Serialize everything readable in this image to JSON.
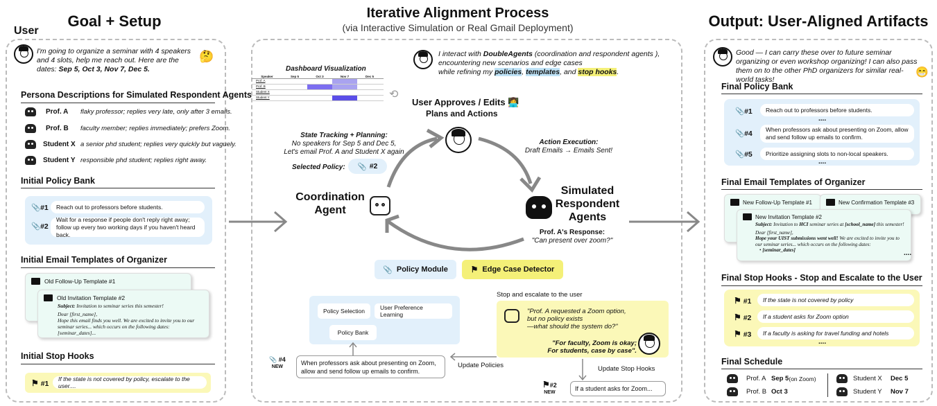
{
  "left": {
    "title": "Goal + Setup",
    "user_label": "User",
    "user_quote": "I'm going to organize a seminar with 4 speakers and 4 slots, help me reach out. Here are the dates:",
    "user_dates": "Sep 5, Oct 3, Nov 7, Dec 5.",
    "persona_title": "Persona Descriptions for Simulated Respondent Agents",
    "personas": [
      {
        "name": "Prof. A",
        "desc": "flaky professor; replies very late, only after 3 emails."
      },
      {
        "name": "Prof. B",
        "desc": "faculty member; replies immediately; prefers Zoom."
      },
      {
        "name": "Student X",
        "desc": "a senior phd student; replies very quickly but vaguely."
      },
      {
        "name": "Student Y",
        "desc": "responsible phd student; replies right away."
      }
    ],
    "policy_title": "Initial Policy Bank",
    "policies": [
      {
        "num": "#1",
        "text": "Reach out to professors before students."
      },
      {
        "num": "#2",
        "text": "Wait for a response if people don't reply right away; follow up every two working days if you haven't heard back."
      }
    ],
    "templates_title": "Initial Email Templates of Organizer",
    "template_back": "Old Follow-Up Template #1",
    "template_front": "Old Invitation Template #2",
    "template_subject_label": "Subject:",
    "template_subject": "Invitation to seminar series this semester!",
    "template_body1": "Dear [first_name],",
    "template_body2": "Hope this email finds you well. We are excited to invite you to our seminar series... which occurs on the following dates: [seminar_dates]...",
    "hooks_title": "Initial Stop Hooks",
    "hook": {
      "num": "#1",
      "text": "If the state is not covered by policy, escalate to the user...."
    }
  },
  "middle": {
    "title": "Iterative Alignment Process",
    "subtitle": "(via Interactive Simulation or Real Gmail Deployment)",
    "intro_1": "I interact with ",
    "intro_bold": "DoubleAgents",
    "intro_2": " (coordination and respondent agents ),",
    "intro_3": "encountering new scenarios and edge cases",
    "intro_4": "while refining my ",
    "intro_policies": "policies",
    "intro_templates": "templates",
    "intro_and": ", and ",
    "intro_hooks": "stop hooks",
    "dashboard_title": "Dashboard Visualization",
    "dashboard_cols": [
      "Speaker",
      "Sep 5",
      "Oct 3",
      "Nov 7",
      "Dec 5"
    ],
    "dashboard_rows": [
      "Prof. A",
      "Prof. B",
      "Student X",
      "Student Y"
    ],
    "approve_title": "User Approves / Edits",
    "approve_sub": "Plans and Actions",
    "state_title": "State Tracking + Planning:",
    "state_body": [
      "No speakers for Sep 5 and Dec 5,",
      "Let's email Prof. A and Student X again"
    ],
    "selected_policy_label": "Selected Policy:",
    "selected_policy_num": "#2",
    "action_title": "Action Execution:",
    "action_body": "Draft Emails → Emails Sent!",
    "coord_agent": [
      "Coordination",
      "Agent"
    ],
    "sim_agent": [
      "Simulated",
      "Respondent",
      "Agents"
    ],
    "profA_resp_title": "Prof. A's Response:",
    "profA_resp": "\"Can present over zoom?\"",
    "policy_module": "Policy Module",
    "edge_detector": "Edge Case Detector",
    "policy_selection": "Policy Selection",
    "user_pref": "User Preference Learning",
    "policy_bank": "Policy Bank",
    "stop_escalate": "Stop and escalate to the user",
    "agent_quote": [
      "\"Prof. A requested a Zoom option,",
      "but no policy exists",
      "—what should the system do?\""
    ],
    "user_answer": [
      "\"For faculty, Zoom is okay;",
      "For students, case by case\"."
    ],
    "new_policy_num": "#4",
    "new_label": "NEW",
    "new_policy": "When professors ask about presenting on Zoom, allow and send follow up emails to confirm.",
    "update_policies": "Update Policies",
    "update_hooks": "Update Stop Hooks",
    "new_hook_num": "#2",
    "new_hook": "If a student asks for Zoom..."
  },
  "right": {
    "title": "Output: User-Aligned Artifacts",
    "user_quote": "Good — I can carry these over to future seminar organizing or even workshop organizing! I can also pass them on to the other PhD organizers for similar real-world tasks!",
    "policy_title": "Final Policy Bank",
    "policies": [
      {
        "num": "#1",
        "text": "Reach out to professors before students."
      },
      {
        "num": "#4",
        "text": "When professors ask about presenting on Zoom, allow and send follow up emails to confirm."
      },
      {
        "num": "#5",
        "text": "Prioritize assigning slots to non-local speakers."
      }
    ],
    "ellipsis": "....",
    "templates_title": "Final Email Templates of Organizer",
    "tmpl_back1": "New Follow-Up Template #1",
    "tmpl_back2": "New Confirmation Template #3",
    "tmpl_front": "New Invitation Template #2",
    "tmpl_subject_label": "Subject:",
    "tmpl_subject_1": "Invitation to ",
    "tmpl_subject_hci": "HCI",
    "tmpl_subject_2": " seminar series at ",
    "tmpl_subject_school": "[school_name]",
    "tmpl_subject_3": " this semester!",
    "tmpl_body1": "Dear [first_name],",
    "tmpl_body2": "Hope your UIST submissions went well!",
    "tmpl_body3": " We are excited to invite you to our seminar series... which occurs on the following dates:",
    "tmpl_bullet": "[seminar_dates]",
    "hooks_title": "Final Stop Hooks - Stop and Escalate to the User",
    "hooks": [
      {
        "num": "#1",
        "text": "If the state is not covered by policy"
      },
      {
        "num": "#2",
        "text": "If a student asks for Zoom option"
      },
      {
        "num": "#3",
        "text": "If a faculty is asking for travel funding and hotels"
      }
    ],
    "schedule_title": "Final Schedule",
    "schedule": [
      {
        "name": "Prof. A",
        "date": "Sep 5",
        "note": " (on Zoom)"
      },
      {
        "name": "Student X",
        "date": "Dec 5",
        "note": ""
      },
      {
        "name": "Prof. B",
        "date": "Oct 3",
        "note": ""
      },
      {
        "name": "Student Y",
        "date": "Nov 7",
        "note": ""
      }
    ]
  }
}
